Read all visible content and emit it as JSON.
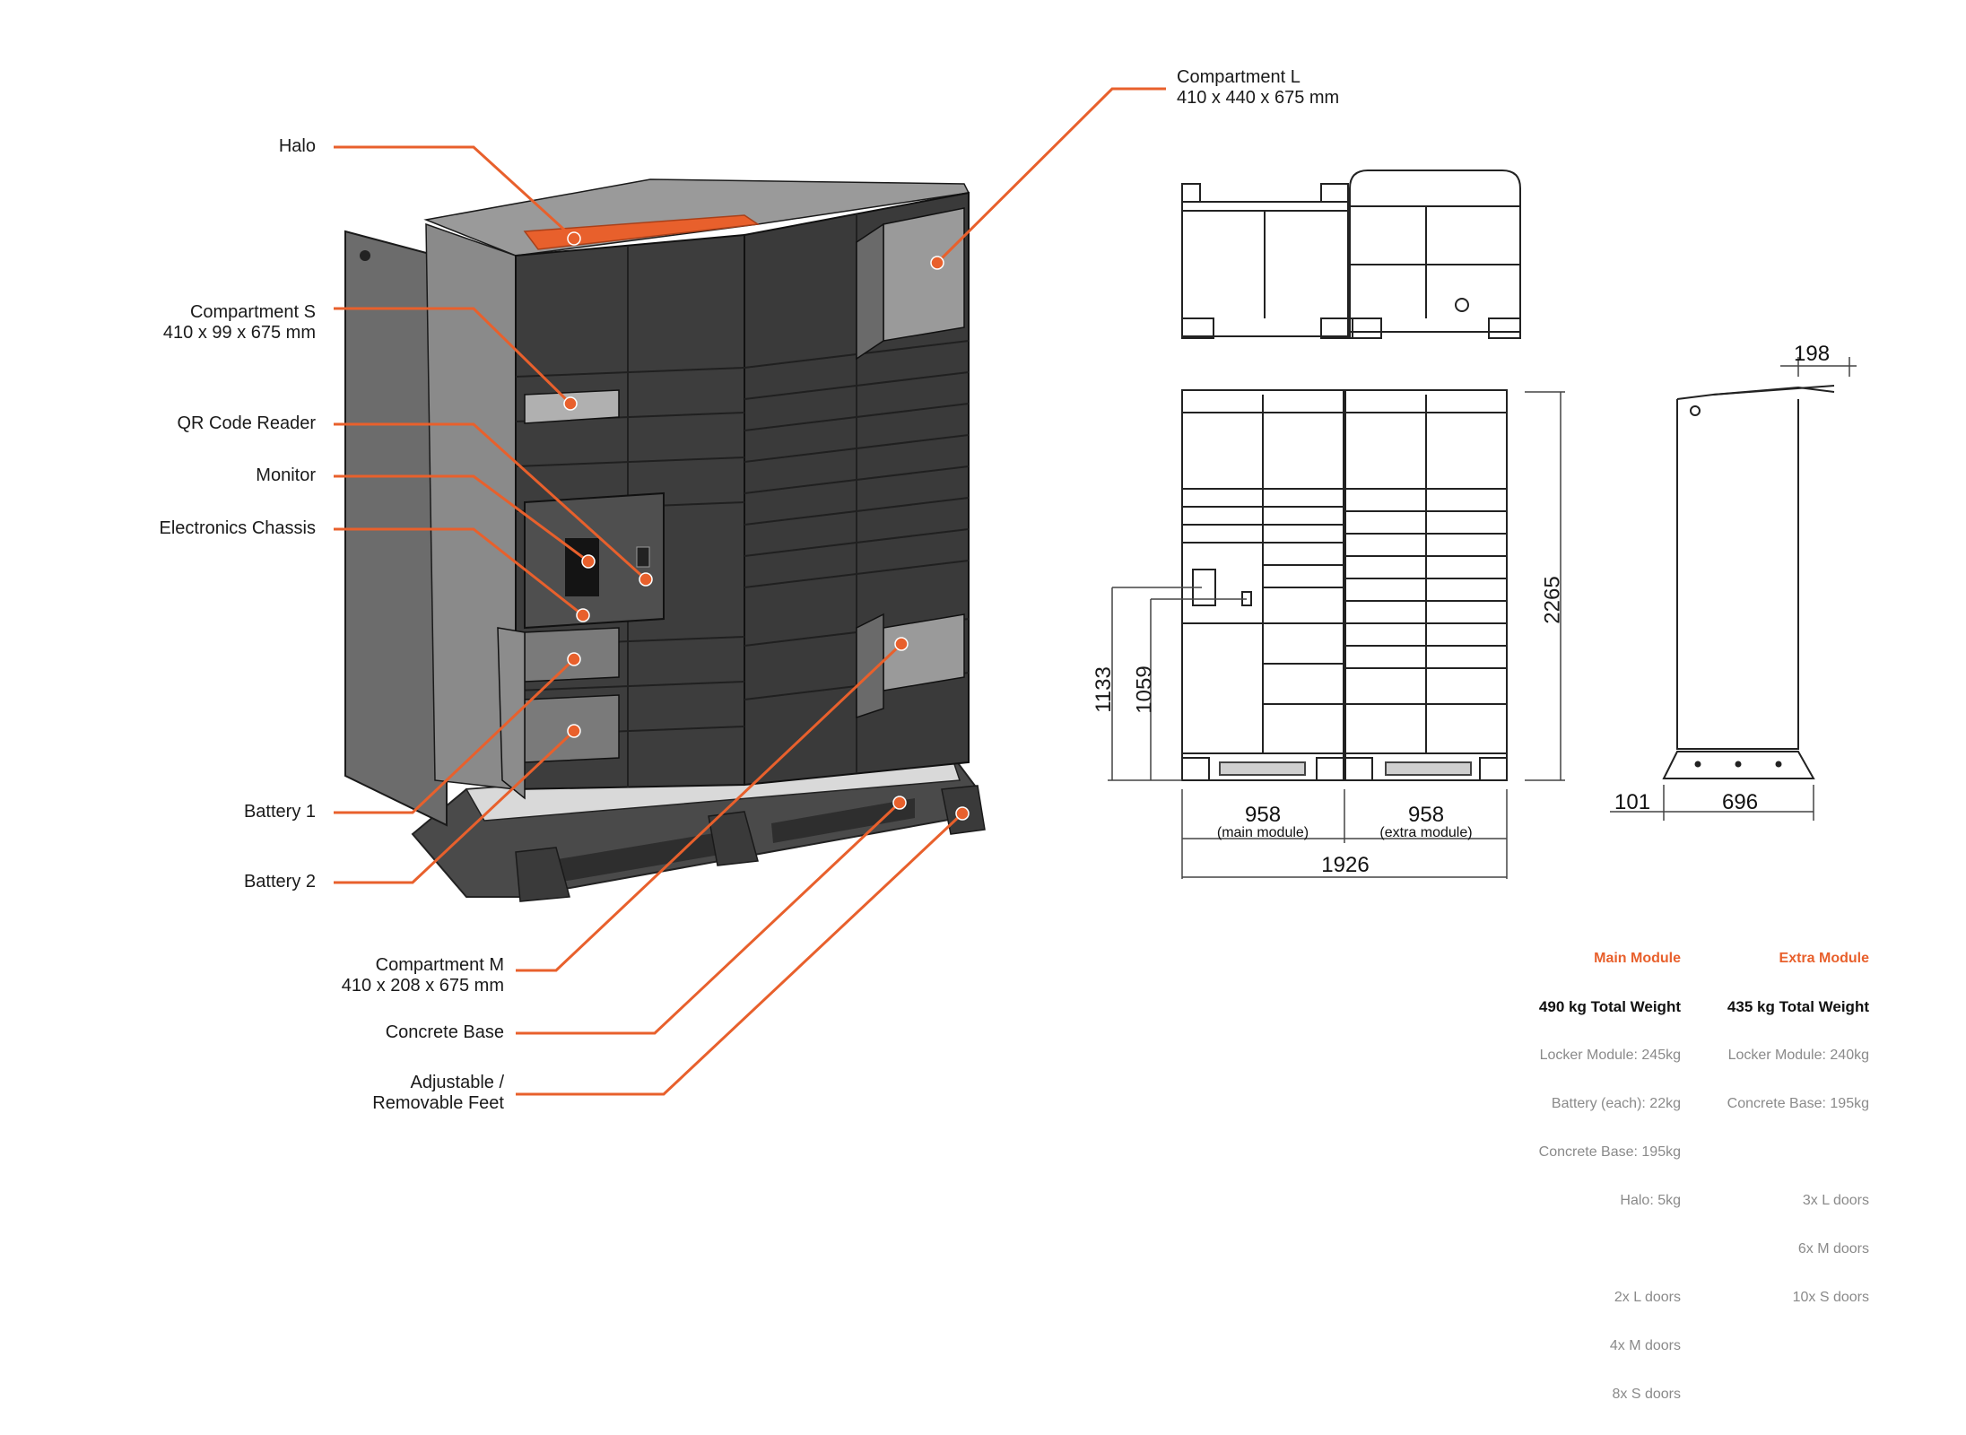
{
  "colors": {
    "accent": "#e8602c",
    "cabinet": "#3d3d3d",
    "panel": "#6f6f6f",
    "line": "#222222"
  },
  "callouts": {
    "halo": "Halo",
    "compartment_s": "Compartment S\n410 x 99 x 675 mm",
    "qr_code_reader": "QR Code Reader",
    "monitor": "Monitor",
    "electronics_chassis": "Electronics Chassis",
    "battery_1": "Battery 1",
    "battery_2": "Battery 2",
    "compartment_m": "Compartment M\n410 x 208 x 675 mm",
    "concrete_base": "Concrete Base",
    "adjustable_feet": "Adjustable /\nRemovable Feet",
    "compartment_l": "Compartment L\n410 x 440 x 675 mm"
  },
  "dimensions": {
    "height_total": "2265",
    "height_1133": "1133",
    "height_1059": "1059",
    "halo_depth": "198",
    "base_offset": "101",
    "depth": "696",
    "main_width": "958",
    "main_caption": "(main module)",
    "extra_width": "958",
    "extra_caption": "(extra module)",
    "total_width": "1926"
  },
  "specs": {
    "main": {
      "heading": "Main Module",
      "total": "490 kg Total Weight",
      "lines": [
        "Locker Module: 245kg",
        "Battery (each): 22kg",
        "Concrete Base: 195kg",
        "Halo: 5kg"
      ],
      "doors": [
        "2x L doors",
        "4x M doors",
        "8x S doors"
      ]
    },
    "extra": {
      "heading": "Extra Module",
      "total": "435 kg Total Weight",
      "lines": [
        "Locker Module: 240kg",
        "Concrete Base: 195kg"
      ],
      "doors": [
        "3x L doors",
        "6x M doors",
        "10x S doors"
      ]
    }
  }
}
